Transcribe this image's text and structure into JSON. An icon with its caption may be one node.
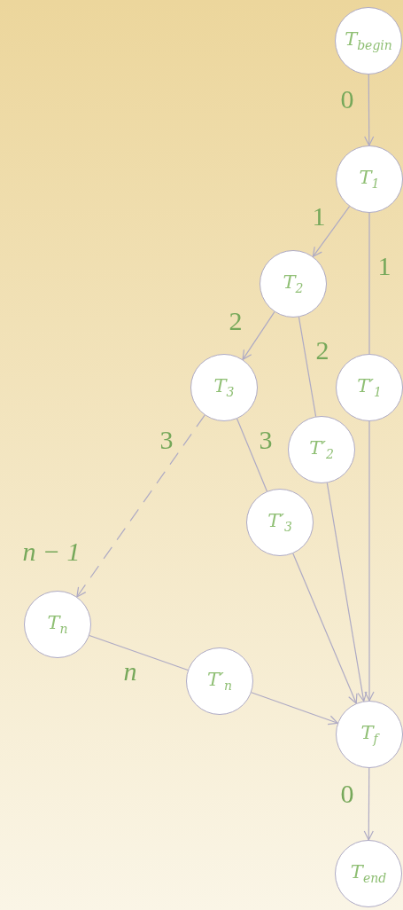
{
  "diagram": {
    "nodes": [
      {
        "text": [
          "T$_{begin}$"
        ]
      },
      {
        "text": [
          "T$_{1}$"
        ]
      },
      {
        "text": [
          "T$_{2}$"
        ]
      },
      {
        "text": [
          "T$_{3}$"
        ]
      },
      {
        "text": [
          "T′$_{1}$"
        ]
      },
      {
        "text": [
          "T′$_{2}$"
        ]
      },
      {
        "text": [
          "T′$_{3}$"
        ]
      },
      {
        "text": [
          "T$_{n}$"
        ]
      },
      {
        "text": [
          "T′$_{n}$"
        ]
      },
      {
        "text": [
          "T$_{f}$"
        ]
      },
      {
        "text": [
          "T$_{end}$"
        ]
      }
    ],
    "edges": [
      {
        "from": 0,
        "to": 1,
        "arrow": "to",
        "label": "0"
      },
      {
        "from": 1,
        "to": 2,
        "arrow": "to",
        "label": "1"
      },
      {
        "from": 1,
        "to": 4,
        "arrow": "none",
        "label": "1"
      },
      {
        "from": 2,
        "to": 3,
        "arrow": "to",
        "label": "2"
      },
      {
        "from": 2,
        "to": 5,
        "arrow": "none",
        "label": "2"
      },
      {
        "from": 3,
        "to": 7,
        "arrow": "to",
        "label": "3",
        "style": "dashed"
      },
      {
        "from": 3,
        "to": 6,
        "arrow": "none",
        "label": "3"
      },
      {
        "from": 4,
        "to": 9,
        "arrow": "to"
      },
      {
        "from": 5,
        "to": 9,
        "arrow": "to"
      },
      {
        "from": 6,
        "to": 9,
        "arrow": "to"
      },
      {
        "from": 7,
        "to": 8,
        "arrow": "none",
        "label": "n"
      },
      {
        "from": 8,
        "to": 9,
        "arrow": "to"
      },
      {
        "from": 9,
        "to": 10,
        "arrow": "to",
        "label": "0"
      }
    ],
    "labels": [
      "n − 1"
    ]
  }
}
